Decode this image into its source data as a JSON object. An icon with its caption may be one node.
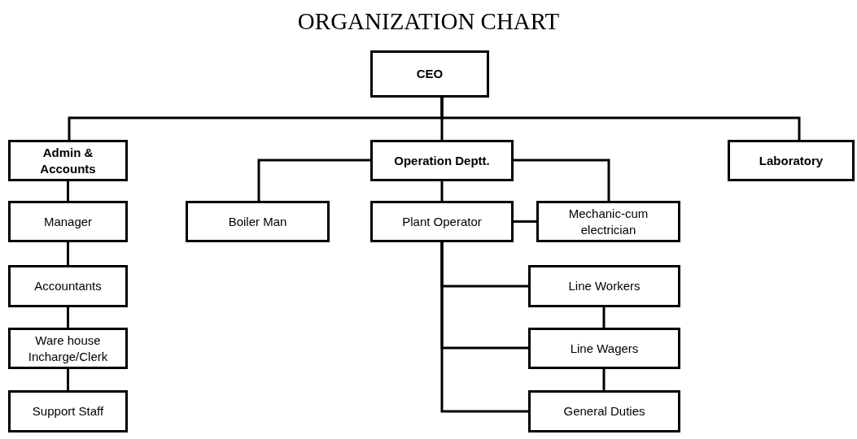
{
  "diagram": {
    "title": "ORGANIZATION CHART",
    "nodes": [
      {
        "text": [
          "CEO"
        ]
      },
      {
        "text": [
          "Admin & Accounts"
        ]
      },
      {
        "text": [
          "Operation Deptt."
        ]
      },
      {
        "text": [
          "Laboratory"
        ]
      },
      {
        "text": [
          "Manager"
        ]
      },
      {
        "text": [
          "Boiler Man"
        ]
      },
      {
        "text": [
          "Plant Operator"
        ]
      },
      {
        "text": [
          "Mechanic-cum electrician"
        ]
      },
      {
        "text": [
          "Accountants"
        ]
      },
      {
        "text": [
          "Ware house Incharge/Clerk"
        ]
      },
      {
        "text": [
          "Support Staff"
        ]
      },
      {
        "text": [
          "Line Workers"
        ]
      },
      {
        "text": [
          "Line Wagers"
        ]
      },
      {
        "text": [
          "General Duties"
        ]
      }
    ],
    "edges": [
      {
        "from": 0,
        "to": 1,
        "arrow": "none"
      },
      {
        "from": 0,
        "to": 2,
        "arrow": "none"
      },
      {
        "from": 0,
        "to": 3,
        "arrow": "none"
      },
      {
        "from": 1,
        "to": 4,
        "arrow": "none"
      },
      {
        "from": 4,
        "to": 8,
        "arrow": "none"
      },
      {
        "from": 8,
        "to": 9,
        "arrow": "none"
      },
      {
        "from": 9,
        "to": 10,
        "arrow": "none"
      },
      {
        "from": 2,
        "to": 5,
        "arrow": "none"
      },
      {
        "from": 2,
        "to": 6,
        "arrow": "none"
      },
      {
        "from": 2,
        "to": 7,
        "arrow": "none"
      },
      {
        "from": 6,
        "to": 7,
        "arrow": "none"
      },
      {
        "from": 6,
        "to": 11,
        "arrow": "none"
      },
      {
        "from": 6,
        "to": 12,
        "arrow": "none"
      },
      {
        "from": 6,
        "to": 13,
        "arrow": "none"
      },
      {
        "from": 11,
        "to": 12,
        "arrow": "none"
      },
      {
        "from": 12,
        "to": 13,
        "arrow": "none"
      }
    ]
  }
}
